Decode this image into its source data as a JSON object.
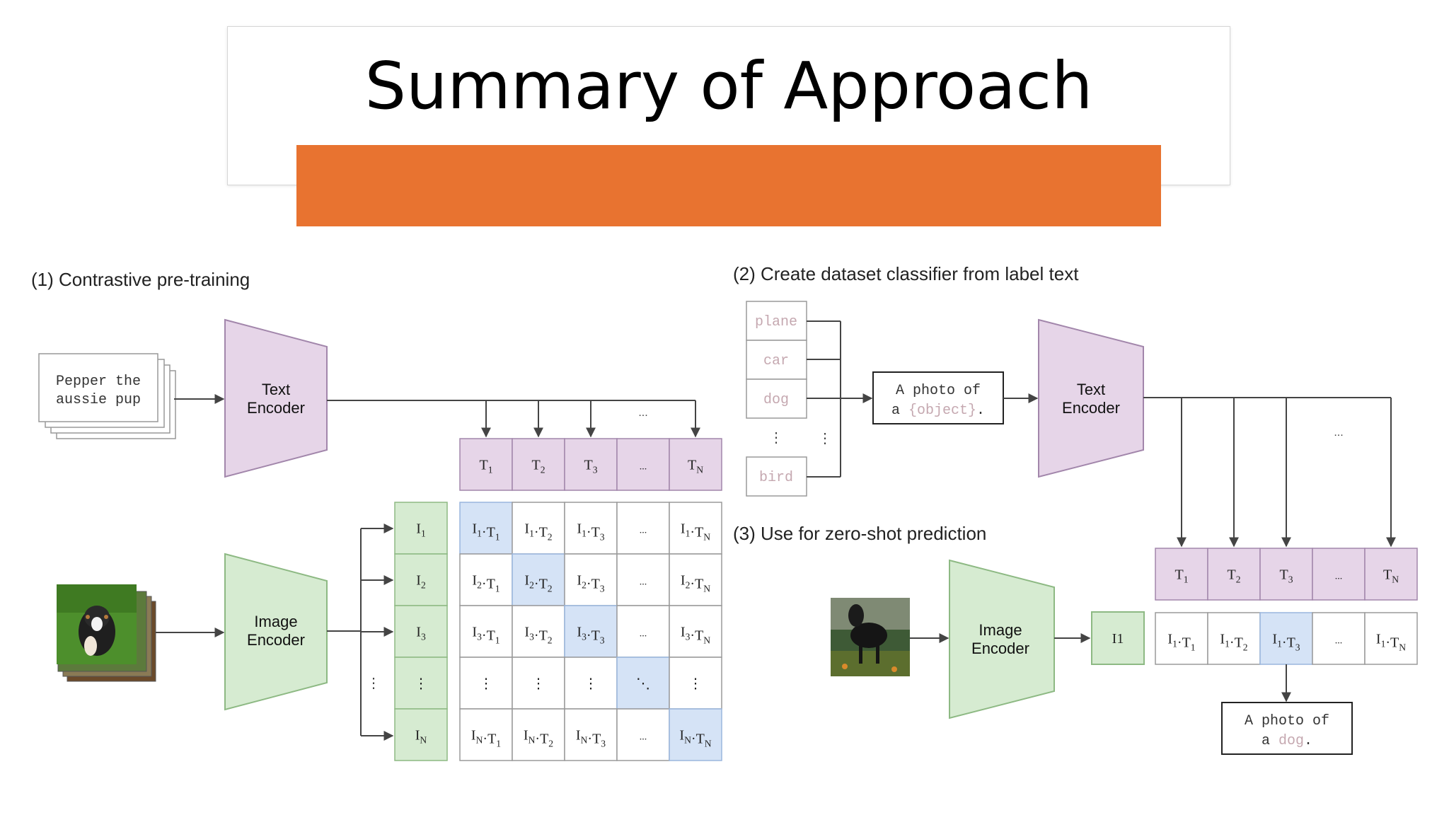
{
  "slide": {
    "title": "Summary of Approach",
    "accent_color": "#E87330"
  },
  "colors": {
    "encoder_text_fill": "#E6D5E8",
    "encoder_text_stroke": "#A286AB",
    "encoder_image_fill": "#D6EBD1",
    "encoder_image_stroke": "#8DB983",
    "t_cell_fill": "#E6D5E8",
    "i_cell_fill": "#D6EBD1",
    "highlight_fill": "#D5E3F6",
    "label_gray": "#C5A8B0"
  },
  "diagram": {
    "section1": {
      "heading": "(1) Contrastive pre-training",
      "text_input_line1": "Pepper the",
      "text_input_line2": "aussie pup",
      "text_encoder": [
        "Text",
        "Encoder"
      ],
      "image_encoder": [
        "Image",
        "Encoder"
      ],
      "t_labels": [
        "T1",
        "T2",
        "T3",
        "...",
        "TN"
      ],
      "i_labels": [
        "I1",
        "I2",
        "I3",
        "⋮",
        "IN"
      ],
      "ellipsis_top": "...",
      "side_vdots": "⋮",
      "matrix": [
        [
          "I1·T1",
          "I1·T2",
          "I1·T3",
          "...",
          "I1·TN"
        ],
        [
          "I2·T1",
          "I2·T2",
          "I2·T3",
          "...",
          "I2·TN"
        ],
        [
          "I3·T1",
          "I3·T2",
          "I3·T3",
          "...",
          "I3·TN"
        ],
        [
          "⋮",
          "⋮",
          "⋮",
          "⋱",
          "⋮"
        ],
        [
          "IN·T1",
          "IN·T2",
          "IN·T3",
          "...",
          "IN·TN"
        ]
      ]
    },
    "section2": {
      "heading": "(2) Create dataset classifier from label text",
      "labels": [
        "plane",
        "car",
        "dog",
        "⋮",
        "bird"
      ],
      "side_vdots": "⋮",
      "template_line1": "A photo of",
      "template_line2_prefix": "a ",
      "template_line2_object": "{object}",
      "template_line2_suffix": ".",
      "text_encoder": [
        "Text",
        "Encoder"
      ],
      "ellipsis_top": "..."
    },
    "section3": {
      "heading": "(3) Use for zero-shot prediction",
      "image_encoder": [
        "Image",
        "Encoder"
      ],
      "i_label": "I1",
      "t_labels": [
        "T1",
        "T2",
        "T3",
        "...",
        "TN"
      ],
      "products": [
        "I1·T1",
        "I1·T2",
        "I1·T3",
        "...",
        "I1·TN"
      ],
      "output_line1": "A photo of",
      "output_line2_prefix": "a ",
      "output_line2_object": "dog",
      "output_line2_suffix": "."
    }
  }
}
